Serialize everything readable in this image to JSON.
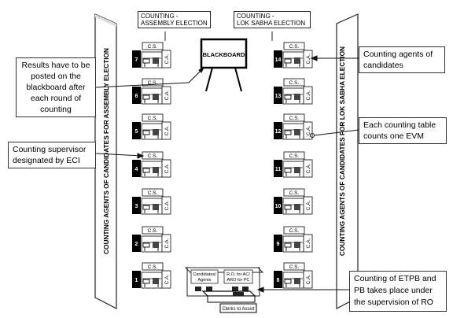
{
  "headers": {
    "assembly": [
      "COUNTING -",
      "ASSEMBLY ELECTION"
    ],
    "lok_sabha": [
      "COUNTING -",
      "LOK SABHA ELECTION"
    ]
  },
  "side_labels": {
    "left": "COUNTING AGENTS OF CANDIDATES FOR ASSEMBLY ELECTION",
    "right": "COUNTING AGENTS OF CANDIDATES FOR LOK SABHA ELECTION"
  },
  "blackboard": "BLACKBOARD",
  "table_labels": {
    "supervisor": "C.S.",
    "agent": "C.A."
  },
  "left_tables": [
    "7",
    "6",
    "5",
    "4",
    "3",
    "2",
    "1"
  ],
  "right_tables": [
    "14",
    "13",
    "12",
    "11",
    "10",
    "9",
    "8"
  ],
  "bottom": {
    "candidates": [
      "Candidates/",
      "Agents"
    ],
    "ro": [
      "R.O. for AC/",
      "ARO for PC"
    ],
    "clerks": "Clerks to Assist"
  },
  "callouts": {
    "results": "Results have to be posted on the blackboard after each round of counting",
    "supervisor": "Counting supervisor designated by ECI",
    "agents": "Counting agents of candidates",
    "evm": "Each counting table counts one EVM",
    "etpb": "Counting of ETPB and PB takes place under the supervision of RO"
  }
}
